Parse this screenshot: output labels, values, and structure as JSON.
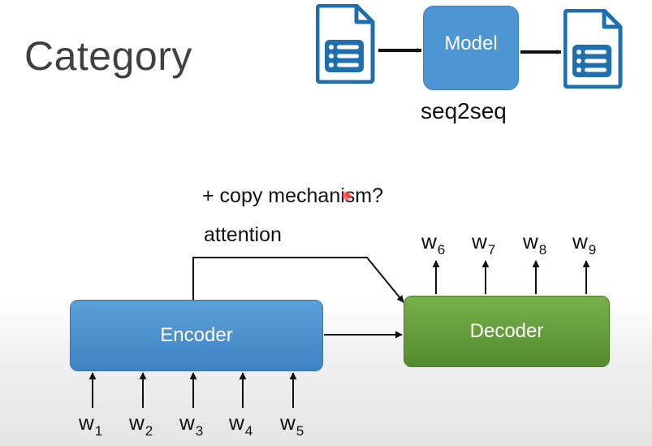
{
  "slide": {
    "title": "Category"
  },
  "pipeline": {
    "model_label": "Model",
    "caption": "seq2seq",
    "input_icon": "document-list-icon",
    "output_icon": "document-list-icon"
  },
  "annotations": {
    "copy_mechanism": "+ copy mechanism?",
    "attention": "attention"
  },
  "encoder": {
    "label": "Encoder",
    "inputs": [
      {
        "base": "w",
        "sub": "1"
      },
      {
        "base": "w",
        "sub": "2"
      },
      {
        "base": "w",
        "sub": "3"
      },
      {
        "base": "w",
        "sub": "4"
      },
      {
        "base": "w",
        "sub": "5"
      }
    ]
  },
  "decoder": {
    "label": "Decoder",
    "outputs": [
      {
        "base": "w",
        "sub": "6"
      },
      {
        "base": "w",
        "sub": "7"
      },
      {
        "base": "w",
        "sub": "8"
      },
      {
        "base": "w",
        "sub": "9"
      }
    ]
  },
  "colors": {
    "doc_icon": "#1f6fae",
    "model_box": "#4d95d3",
    "encoder_box": "#4a8fcf",
    "decoder_box": "#659f3c",
    "pointer_dot": "#ff3b3b"
  }
}
